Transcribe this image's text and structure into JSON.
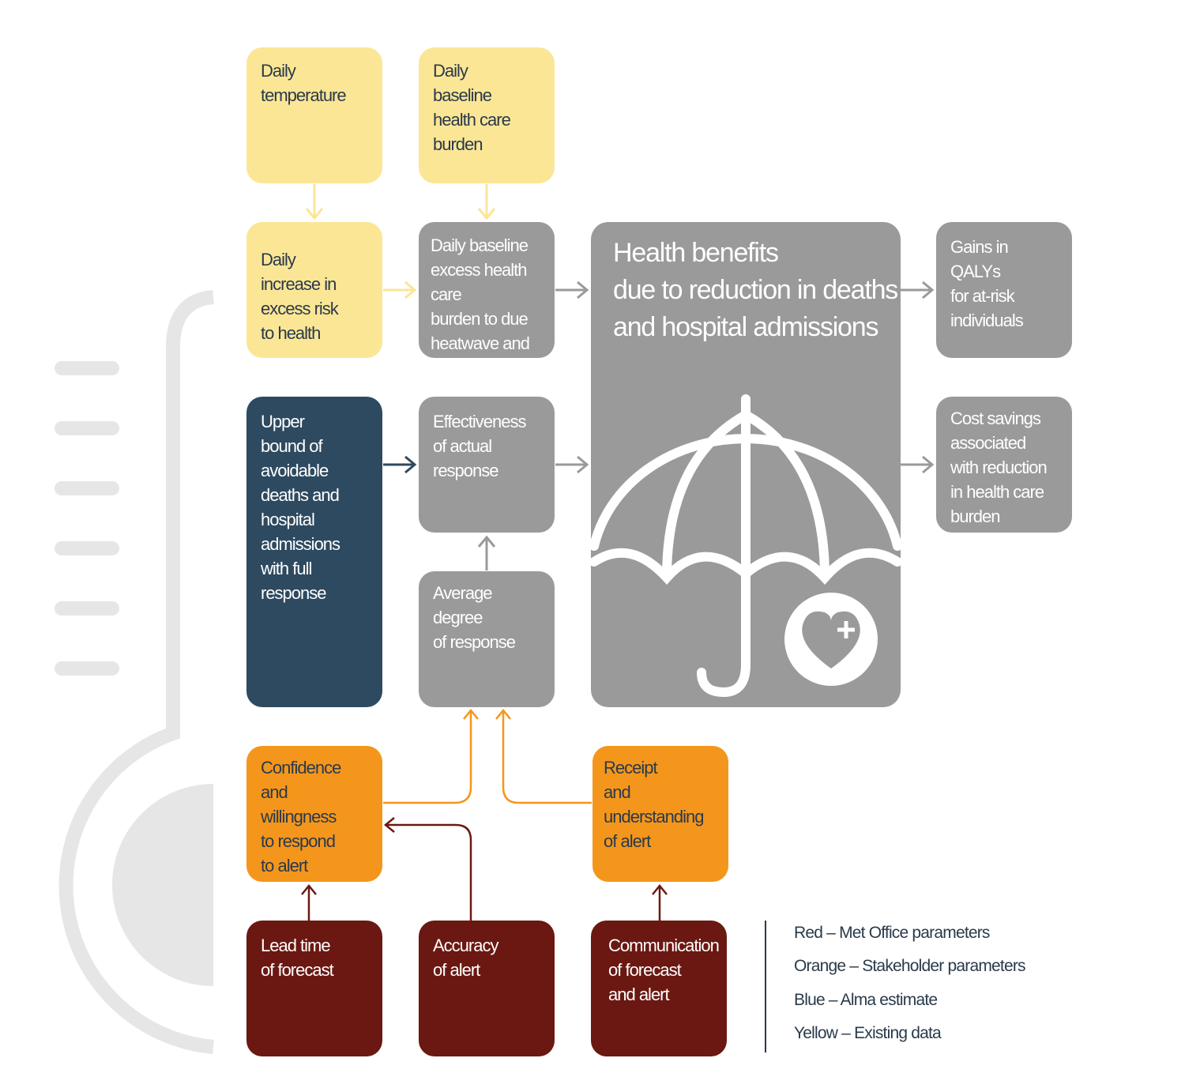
{
  "colors": {
    "existing_data": "#fbe696",
    "computed": "#9a9a9a",
    "alma": "#2e4a60",
    "stakeholder": "#f4961c",
    "met_office": "#6b1812",
    "thermometer": "#e6e6e6"
  },
  "boxes": {
    "daily_temperature": "Daily\ntemperature",
    "daily_baseline_burden": "Daily\nbaseline\nhealth care\nburden",
    "daily_increase_risk": "Daily\nincrease in\nexcess risk\nto health",
    "daily_excess_burden": "Daily baseline\nexcess health care\nburden to due\nheatwave and\ncold weather",
    "health_benefits": "Health benefits\ndue to reduction in deaths\nand hospital admissions",
    "gains_qalys": "Gains in QALYs\nfor at-risk\nindividuals",
    "cost_savings": "Cost savings\nassociated\nwith reduction\nin health care\nburden",
    "upper_bound": "Upper\nbound of\navoidable\ndeaths and\nhospital\nadmissions\nwith full\nresponse",
    "effectiveness": "Effectiveness\nof actual\nresponse",
    "average_degree": "Average\ndegree\nof response",
    "confidence": "Confidence\nand\nwillingness\nto respond\nto alert",
    "receipt": "Receipt\nand\nunderstanding\nof alert",
    "lead_time": "Lead time\nof forecast",
    "accuracy": "Accuracy\nof alert",
    "communication": "Communication\nof forecast\nand alert"
  },
  "icons": [
    "thermometer-icon",
    "umbrella-icon",
    "heart-plus-icon"
  ],
  "legend": [
    "Red – Met Office parameters",
    "Orange – Stakeholder parameters",
    "Blue – Alma estimate",
    "Yellow – Existing data"
  ]
}
